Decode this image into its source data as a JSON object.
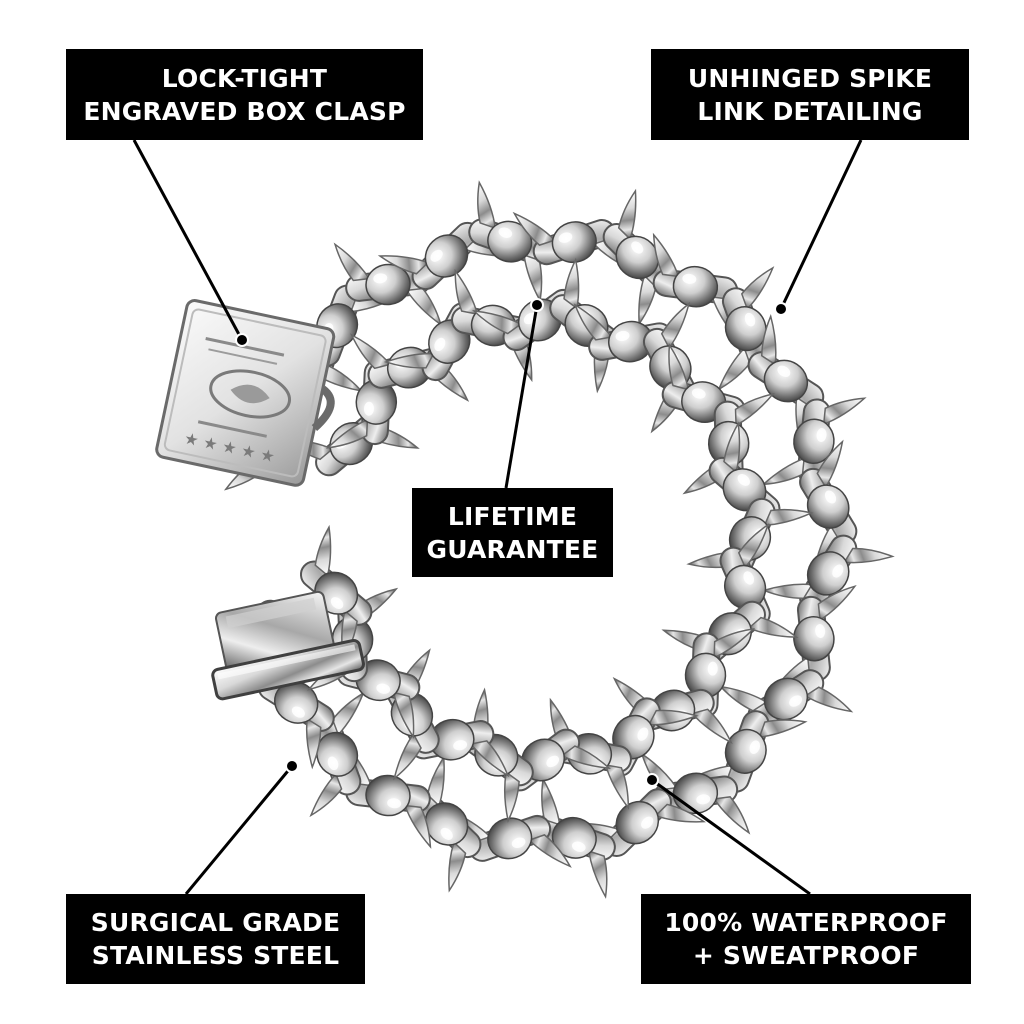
{
  "callouts": {
    "clasp": {
      "line1": "LOCK-TIGHT",
      "line2": "ENGRAVED BOX CLASP"
    },
    "spike": {
      "line1": "UNHINGED SPIKE",
      "line2": "LINK DETAILING"
    },
    "lifetime": {
      "line1": "LIFETIME",
      "line2": "GUARANTEE"
    },
    "steel": {
      "line1": "SURGICAL GRADE",
      "line2": "STAINLESS STEEL"
    },
    "water": {
      "line1": "100% WATERPROOF",
      "line2": "+ SWEATPROOF"
    }
  },
  "colors": {
    "label_bg": "#000000",
    "label_text": "#ffffff",
    "metal_light": "#f2f2f2",
    "metal_mid": "#b9b9b9",
    "metal_dark": "#4a4a4a"
  },
  "icons": {
    "product": "spiked-chain-bracelet",
    "clasp": "engraved-box-clasp",
    "clasp_tongue": "box-clasp-tongue"
  }
}
